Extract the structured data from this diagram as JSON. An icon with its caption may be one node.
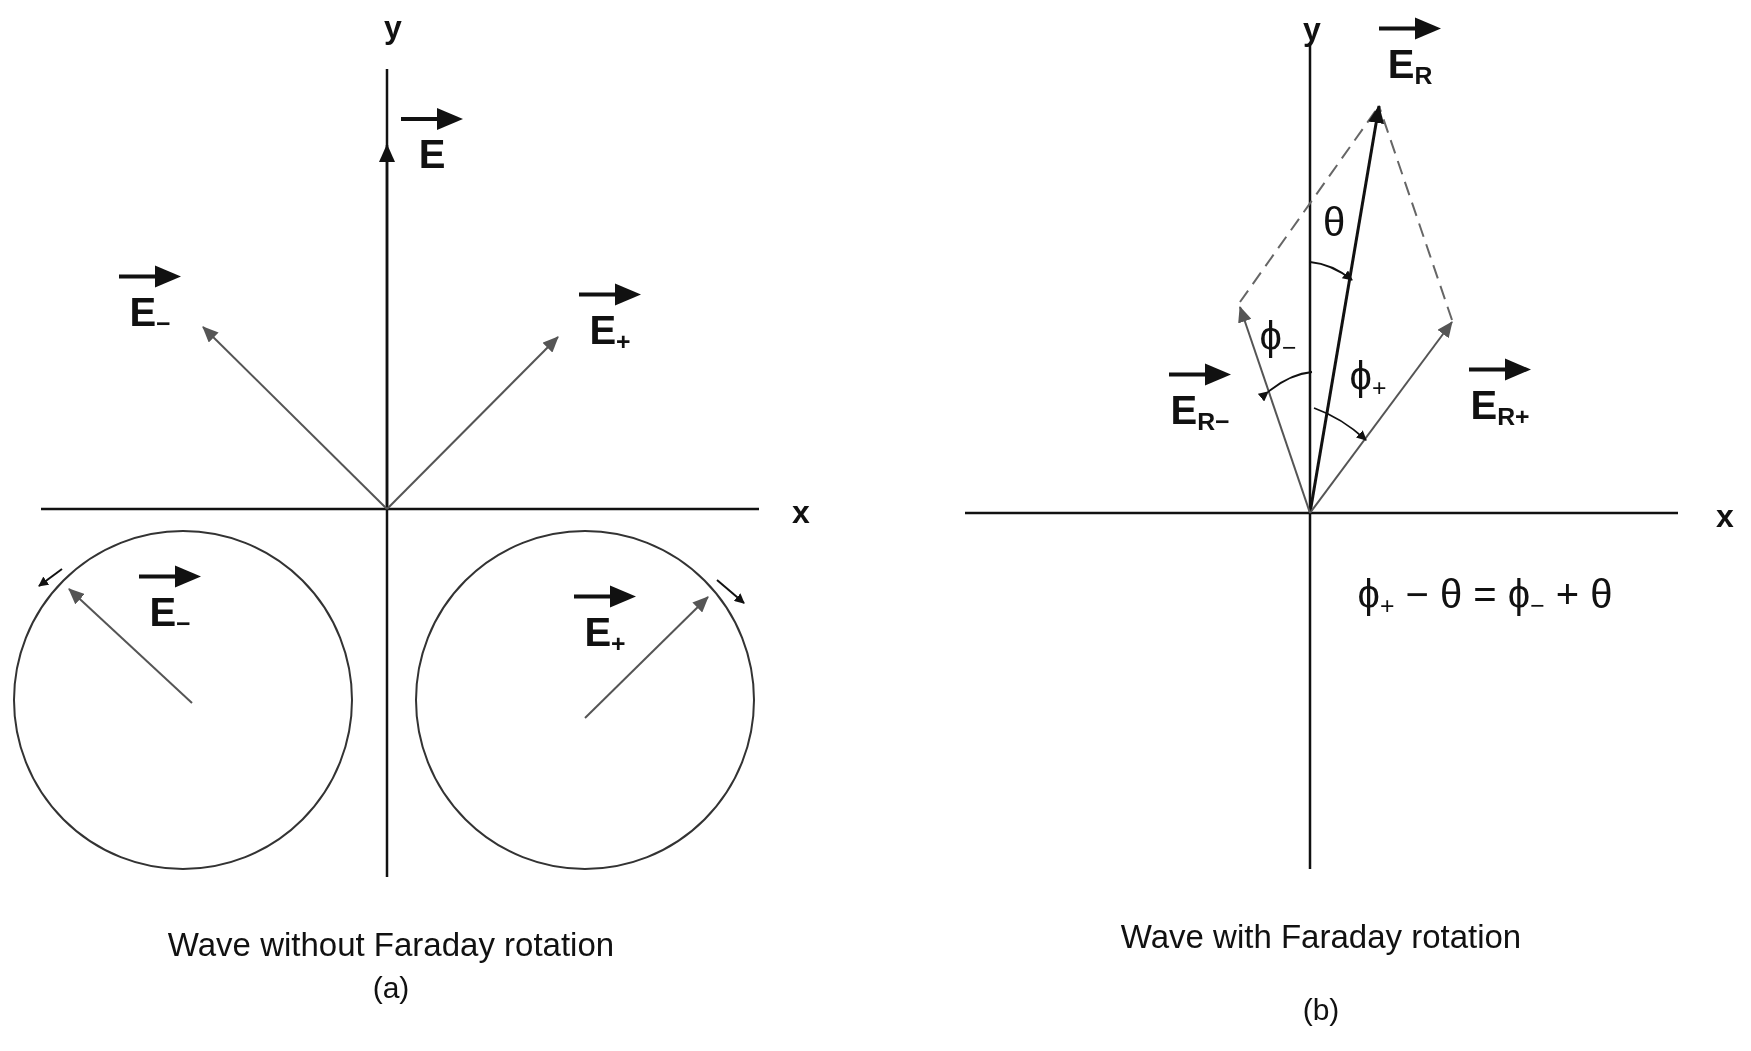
{
  "diagram": {
    "labels": [
      "y",
      "E",
      "E$_{−}$",
      "E$_{+}$",
      "x",
      "E$_{−}$",
      "E$_{+}$",
      "Wave without Faraday rotation",
      "(a)",
      "y",
      "E$_{R}$",
      "θ",
      "ϕ$_{−}$",
      "ϕ$_{+}$",
      "E$_{R−}$",
      "E$_{R+}$",
      "x",
      "ϕ$_{+}$ − θ = ϕ$_{−}$ + θ",
      "Wave with Faraday rotation",
      "(b)"
    ]
  }
}
